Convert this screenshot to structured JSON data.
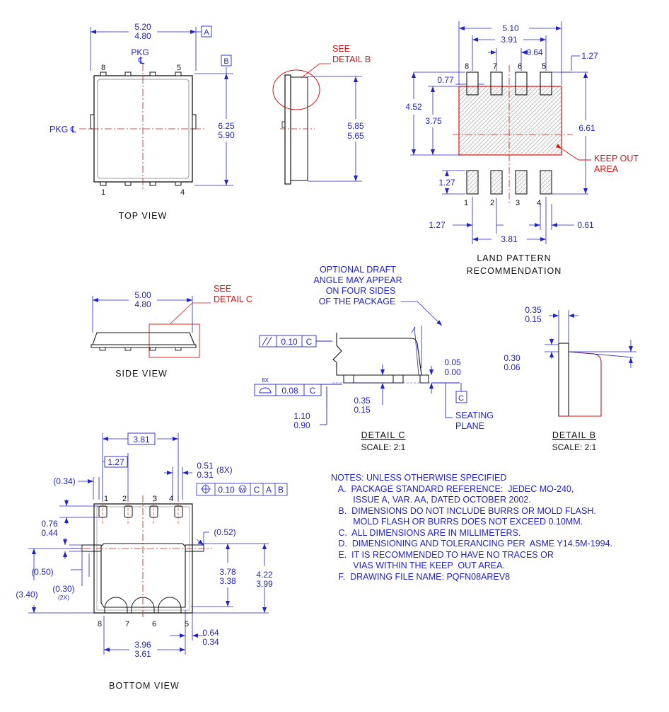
{
  "colors": {
    "dimension": "#2222cc",
    "callout": "#dd1111",
    "outline": "#111111",
    "hatch": "#cccccc"
  },
  "top_view": {
    "title": "TOP VIEW",
    "width_max": "5.20",
    "width_min": "4.80",
    "height_max": "6.25",
    "height_min": "5.90",
    "datum_a": "A",
    "datum_b": "B",
    "pkg_label": "PKG",
    "cl": "℄",
    "pkg_cl_left": "PKG ℄",
    "pins": [
      "8",
      "5",
      "1",
      "4"
    ]
  },
  "detail_b_callout": {
    "see": "SEE",
    "detail": "DETAIL B",
    "height_max": "5.85",
    "height_min": "5.65"
  },
  "land_pattern": {
    "title_1": "LAND PATTERN",
    "title_2": "RECOMMENDATION",
    "width": "5.10",
    "inner_width": "3.91",
    "pad_pitch": "0.64",
    "pitch_right": "1.27",
    "pad_w": "0.77",
    "h_4_52": "4.52",
    "h_3_75": "3.75",
    "h_6_61": "6.61",
    "pad_h": "1.27",
    "pitch_bottom_left": "1.27",
    "span": "3.81",
    "pad_w_bottom": "0.61",
    "keep_out_1": "KEEP OUT",
    "keep_out_2": "AREA",
    "pins_top": [
      "8",
      "7",
      "6",
      "5"
    ],
    "pins_bottom": [
      "1",
      "2",
      "3",
      "4"
    ]
  },
  "side_view": {
    "title": "SIDE VIEW",
    "width_max": "5.00",
    "width_min": "4.80",
    "see": "SEE",
    "detail": "DETAIL C"
  },
  "detail_c": {
    "draft_1": "OPTIONAL DRAFT",
    "draft_2": "ANGLE MAY APPEAR",
    "draft_3": "ON FOUR SIDES",
    "draft_4": "OF THE PACKAGE",
    "fc1_value": "0.10",
    "fc1_datum": "C",
    "fc2_count": "8X",
    "fc2_value": "0.08",
    "fc2_datum": "C",
    "standoff_max": "0.05",
    "standoff_min": "0.00",
    "datum_c": "C",
    "lead_max": "0.35",
    "lead_min": "0.15",
    "height_max": "1.10",
    "height_min": "0.90",
    "seating_1": "SEATING",
    "seating_2": "PLANE",
    "title": "DETAIL C",
    "scale": "SCALE: 2:1"
  },
  "detail_b": {
    "top_max": "0.35",
    "top_min": "0.15",
    "side_max": "0.30",
    "side_min": "0.06",
    "title": "DETAIL B",
    "scale": "SCALE: 2:1"
  },
  "bottom_view": {
    "title": "BOTTOM VIEW",
    "span": "3.81",
    "pitch": "1.27",
    "ref_034": "(0.34)",
    "lead_w_max": "0.51",
    "lead_w_min": "0.31",
    "lead_count": "(8X)",
    "pos_tol": "0.10",
    "ds1": "C",
    "ds2": "A",
    "ds3": "B",
    "lead_l_max": "0.76",
    "lead_l_min": "0.44",
    "ref_052": "(0.52)",
    "ref_050": "(0.50)",
    "ref_030": "(0.30)",
    "ref_2x": "(2X)",
    "ref_340": "(3.40)",
    "pad_h_max": "3.78",
    "pad_h_min": "3.38",
    "h_max": "4.22",
    "h_min": "3.99",
    "small_max": "0.64",
    "small_min": "0.34",
    "pad_w_max": "3.96",
    "pad_w_min": "3.61",
    "pins_top": [
      "1",
      "2",
      "3",
      "4"
    ],
    "pins_bottom": [
      "8",
      "7",
      "6",
      "5"
    ]
  },
  "notes": {
    "header": "NOTES: UNLESS OTHERWISE SPECIFIED",
    "a1": "   A.  PACKAGE STANDARD REFERENCE:  JEDEC MO-240,",
    "a2": "         ISSUE A, VAR. AA, DATED OCTOBER 2002.",
    "b1": "   B.  DIMENSIONS DO NOT INCLUDE BURRS OR MOLD FLASH.",
    "b2": "         MOLD FLASH OR BURRS DOES NOT EXCEED 0.10MM.",
    "c": "   C.  ALL DIMENSIONS ARE IN MILLIMETERS.",
    "d": "   D.  DIMENSIONING AND TOLERANCING PER  ASME Y14.5M-1994.",
    "e1": "   E.  IT IS RECOMMENDED TO HAVE NO TRACES OR",
    "e2": "         VIAS WITHIN THE KEEP  OUT AREA.",
    "f": "   F.  DRAWING FILE NAME: PQFN08AREV8"
  }
}
